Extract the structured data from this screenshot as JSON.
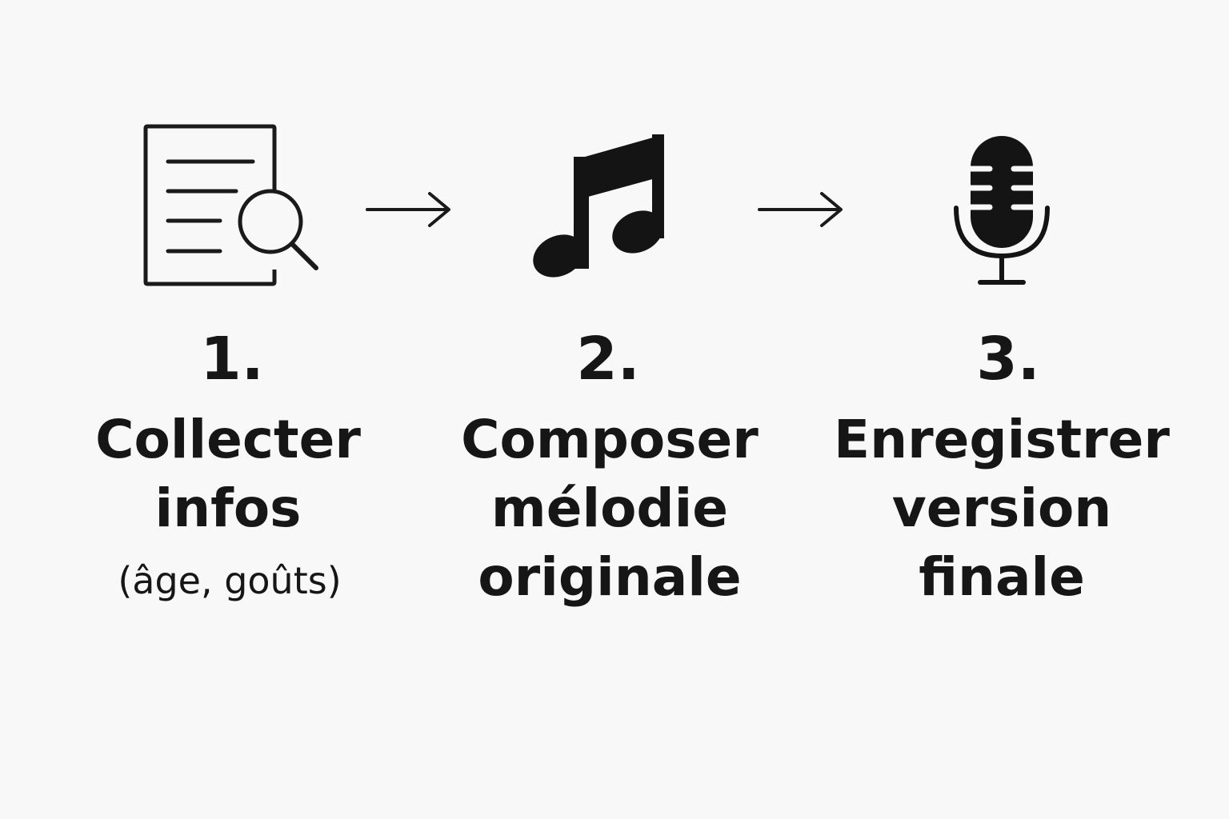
{
  "steps": [
    {
      "number": "1.",
      "title_lines": [
        "Collecter",
        "infos"
      ],
      "subtitle": "(âge, goûts)",
      "icon": "document-search-icon"
    },
    {
      "number": "2.",
      "title_lines": [
        "Composer",
        "mélodie",
        "originale"
      ],
      "subtitle": "",
      "icon": "music-note-icon"
    },
    {
      "number": "3.",
      "title_lines": [
        "Enregistrer",
        "version",
        "finale"
      ],
      "subtitle": "",
      "icon": "microphone-icon"
    }
  ],
  "connectors": [
    "arrow-right-icon",
    "arrow-right-icon"
  ],
  "colors": {
    "background": "#f8f8f8",
    "foreground": "#161616"
  }
}
